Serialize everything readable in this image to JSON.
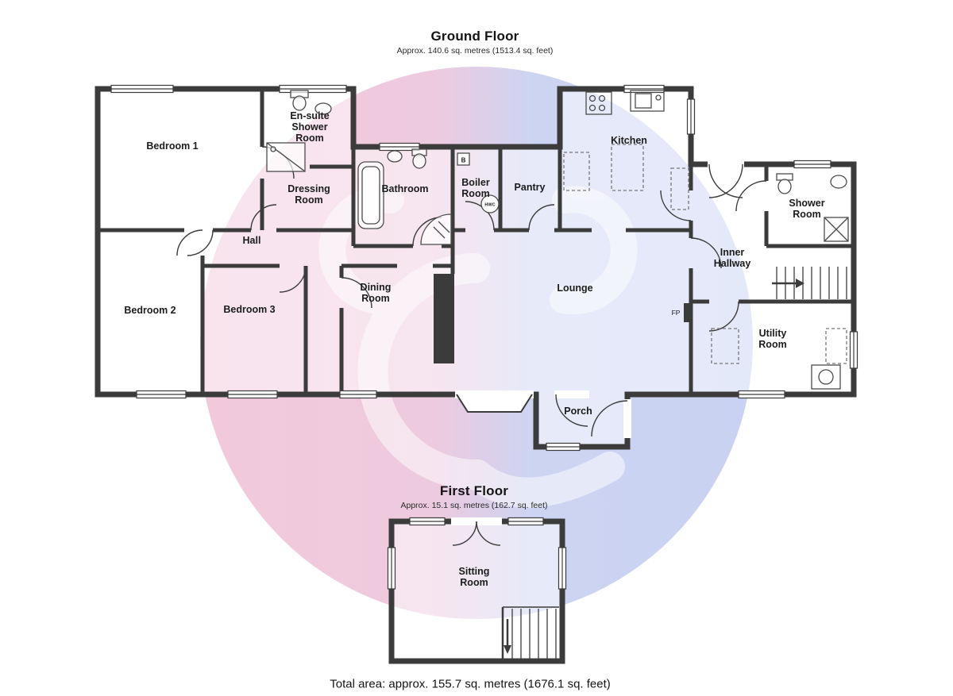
{
  "ground_floor": {
    "title": "Ground Floor",
    "subtitle": "Approx. 140.6 sq. metres (1513.4 sq. feet)",
    "rooms": {
      "bedroom1": "Bedroom 1",
      "ensuite": "En-suite Shower Room",
      "dressing": "Dressing Room",
      "bathroom": "Bathroom",
      "boiler": "Boiler Room",
      "boiler_b": "B",
      "hwc": "HWC",
      "pantry": "Pantry",
      "kitchen": "Kitchen",
      "shower_room": "Shower Room",
      "inner_hallway": "Inner Hallway",
      "hall": "Hall",
      "bedroom2": "Bedroom 2",
      "bedroom3": "Bedroom 3",
      "dining": "Dining Room",
      "lounge": "Lounge",
      "fireplace": "FP",
      "utility": "Utility Room",
      "porch": "Porch"
    }
  },
  "first_floor": {
    "title": "First Floor",
    "subtitle": "Approx. 15.1 sq. metres (162.7 sq. feet)",
    "rooms": {
      "sitting": "Sitting Room"
    }
  },
  "totals": {
    "total_area": "Total area: approx. 155.7 sq. metres (1676.1 sq. feet)"
  },
  "colors": {
    "wall": "#3b3b3b",
    "watermark_pink": "#f2c9db",
    "watermark_blue": "#c9d2f2"
  }
}
